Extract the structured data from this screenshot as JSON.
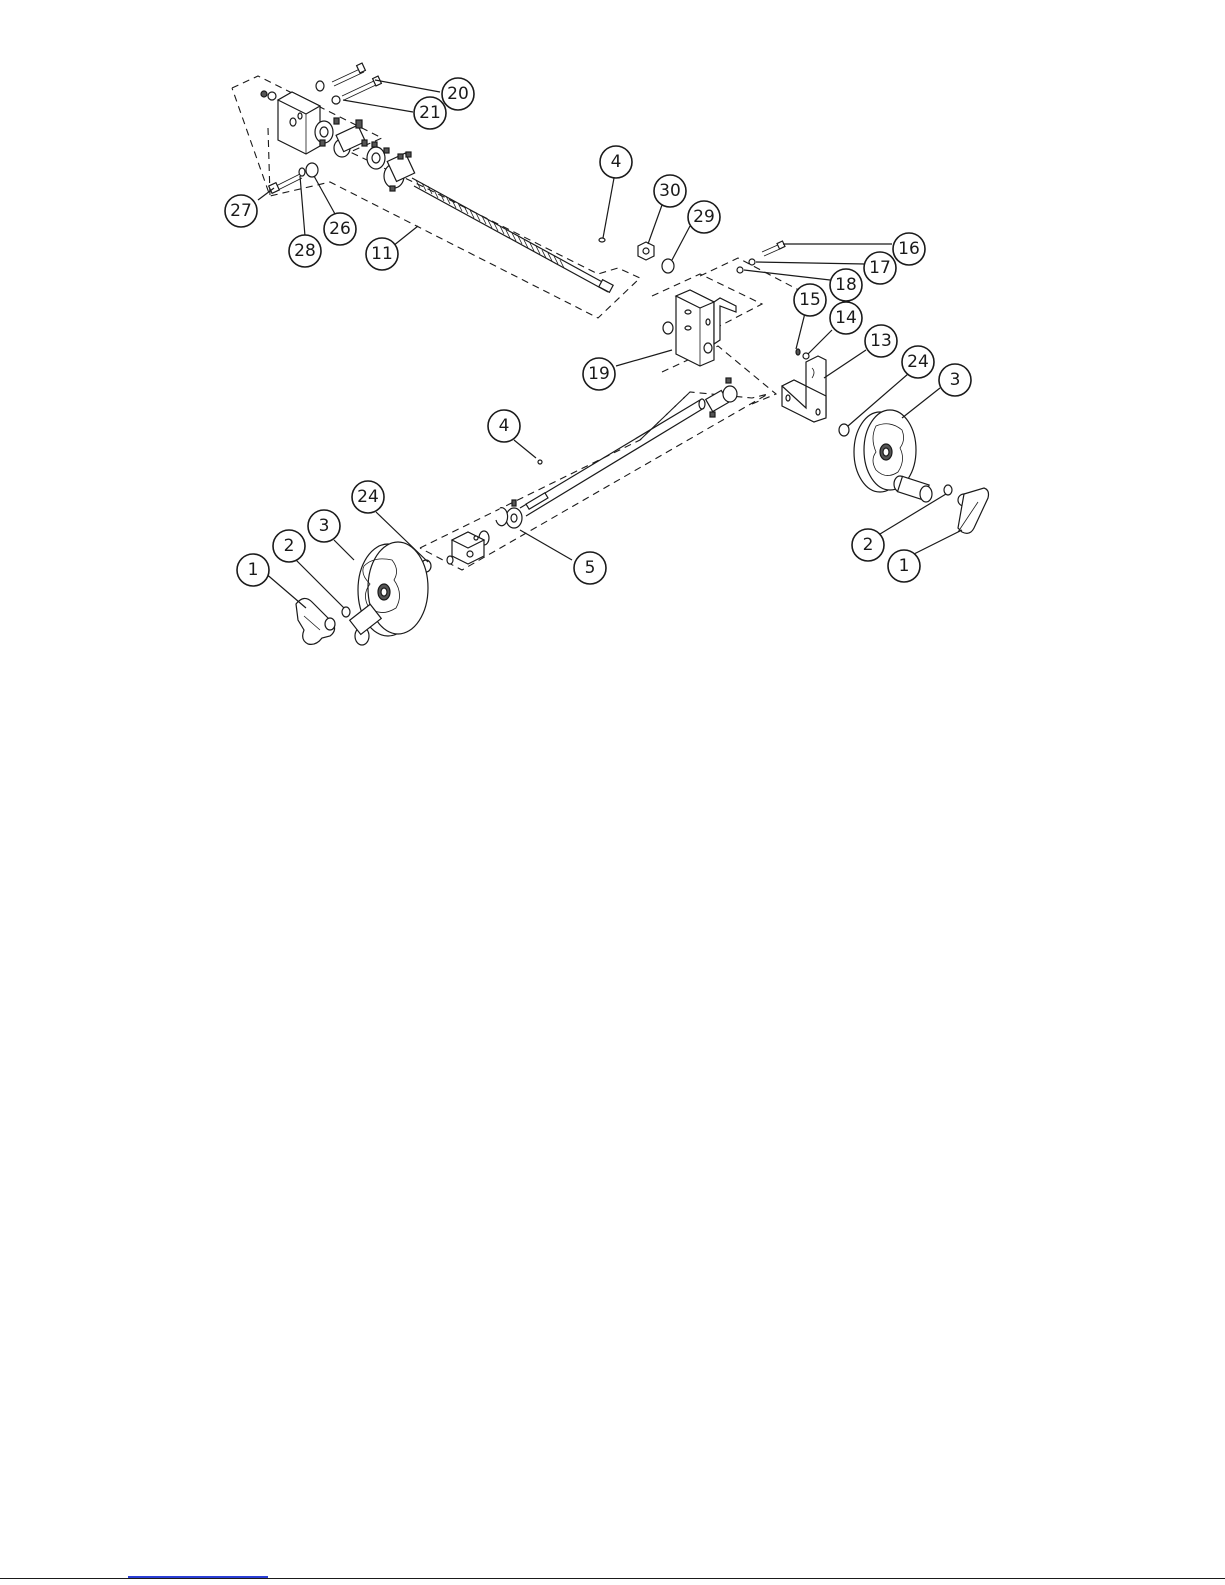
{
  "diagram": {
    "callouts": [
      {
        "id": "c20",
        "label": "20"
      },
      {
        "id": "c21",
        "label": "21"
      },
      {
        "id": "c27",
        "label": "27"
      },
      {
        "id": "c28",
        "label": "28"
      },
      {
        "id": "c26",
        "label": "26"
      },
      {
        "id": "c11",
        "label": "11"
      },
      {
        "id": "c4a",
        "label": "4"
      },
      {
        "id": "c30",
        "label": "30"
      },
      {
        "id": "c29",
        "label": "29"
      },
      {
        "id": "c16",
        "label": "16"
      },
      {
        "id": "c17",
        "label": "17"
      },
      {
        "id": "c18",
        "label": "18"
      },
      {
        "id": "c15",
        "label": "15"
      },
      {
        "id": "c14",
        "label": "14"
      },
      {
        "id": "c13",
        "label": "13"
      },
      {
        "id": "c19",
        "label": "19"
      },
      {
        "id": "c24a",
        "label": "24"
      },
      {
        "id": "c3a",
        "label": "3"
      },
      {
        "id": "c4b",
        "label": "4"
      },
      {
        "id": "c24b",
        "label": "24"
      },
      {
        "id": "c3b",
        "label": "3"
      },
      {
        "id": "c2a",
        "label": "2"
      },
      {
        "id": "c1a",
        "label": "1"
      },
      {
        "id": "c5",
        "label": "5"
      },
      {
        "id": "c2b",
        "label": "2"
      },
      {
        "id": "c1b",
        "label": "1"
      }
    ]
  }
}
